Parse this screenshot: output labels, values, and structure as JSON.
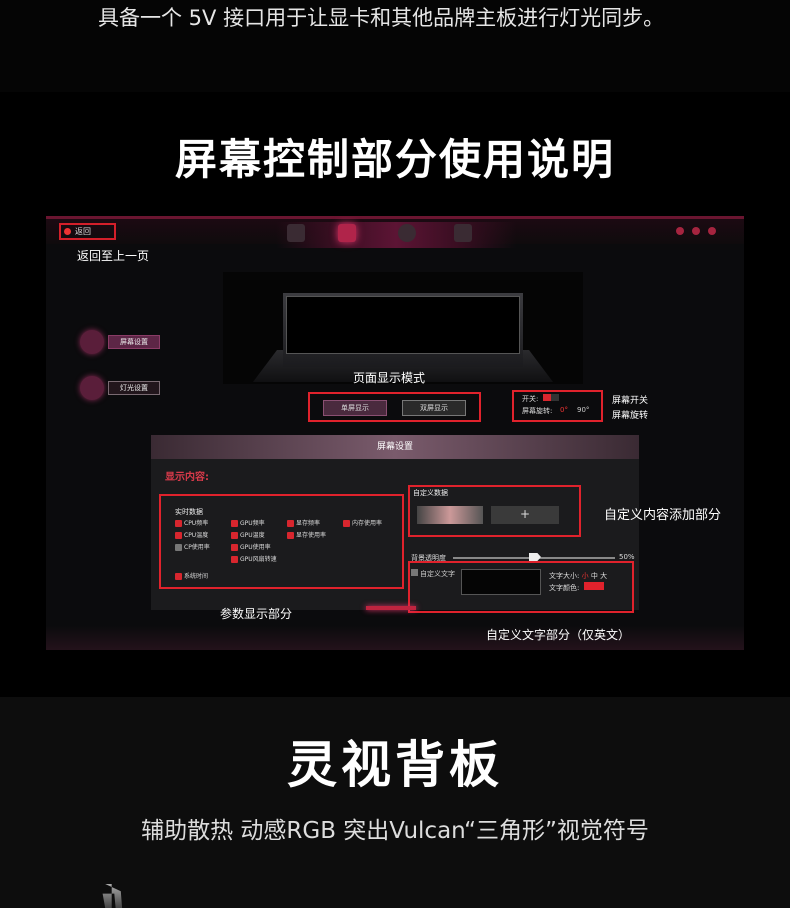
{
  "intro": {
    "text": "具备一个 5V 接口用于让显卡和其他品牌主板进行灯光同步。"
  },
  "section1": {
    "heading": "屏幕控制部分使用说明"
  },
  "app": {
    "back_button": "返回",
    "back_caption": "返回至上一页",
    "sidebar": [
      {
        "label": "屏幕设置"
      },
      {
        "label": "灯光设置"
      }
    ],
    "monitor_caption": "页面显示模式",
    "modes": [
      {
        "label": "单屏显示"
      },
      {
        "label": "双屏显示"
      }
    ],
    "switch": {
      "power_label": "开关:",
      "rotate_label": "屏幕旋转:",
      "deg_0": "0°",
      "deg_90": "90°"
    },
    "switch_captions": [
      "屏幕开关",
      "屏幕旋转"
    ],
    "panel": {
      "header": "屏幕设置",
      "sub_title": "显示内容:",
      "params_title": "实时数据",
      "params": [
        "CPU频率",
        "GPU频率",
        "显存频率",
        "内存使用率",
        "CPU温度",
        "GPU温度",
        "显存使用率",
        "CP使用率",
        "GPU使用率",
        "GPU风扇转速"
      ],
      "system_time": "系统时间",
      "custom_data_title": "自定义数据",
      "add_symbol": "+",
      "opacity_label": "背景透明度",
      "opacity_value": "50%",
      "custom_text_label": "自定义文字",
      "text_size_label": "文字大小:",
      "size_small": "小",
      "size_medium": "中",
      "size_large": "大",
      "text_color_label": "文字颜色:"
    },
    "captions": {
      "custom_add": "自定义内容添加部分",
      "params": "参数显示部分",
      "custom_text": "自定义文字部分（仅英文）"
    },
    "accent_color": "#e0222c"
  },
  "section2": {
    "heading": "灵视背板",
    "subtitle": "辅助散热 动感RGB 突出Vulcan“三角形”视觉符号"
  }
}
